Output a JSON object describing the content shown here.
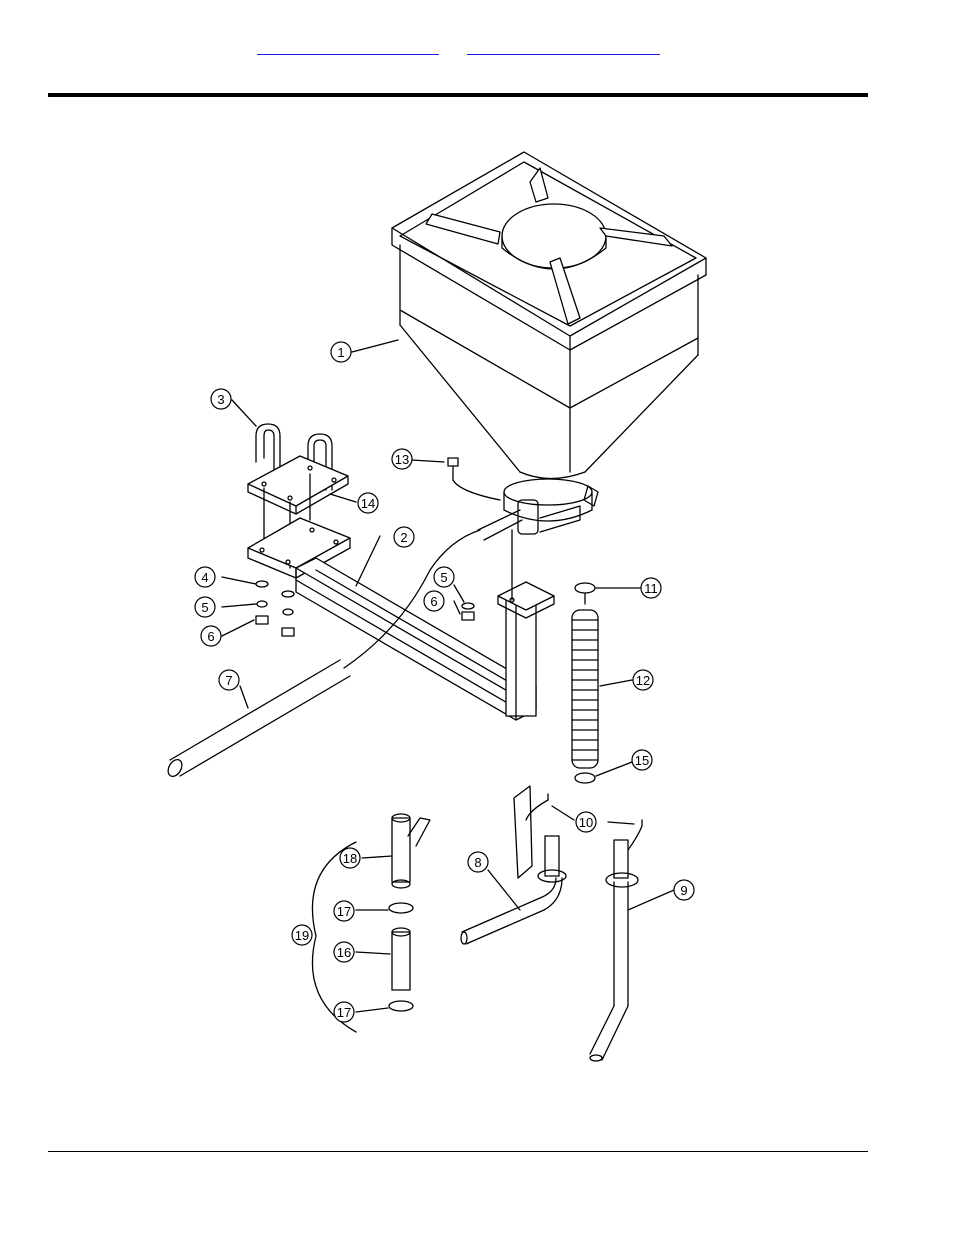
{
  "header": {
    "links": [
      {
        "label": ""
      },
      {
        "label": ""
      }
    ]
  },
  "callouts": [
    {
      "number": "1"
    },
    {
      "number": "2"
    },
    {
      "number": "3"
    },
    {
      "number": "4"
    },
    {
      "number": "5"
    },
    {
      "number": "6"
    },
    {
      "number": "7"
    },
    {
      "number": "5"
    },
    {
      "number": "6"
    },
    {
      "number": "13"
    },
    {
      "number": "14"
    },
    {
      "number": "11"
    },
    {
      "number": "12"
    },
    {
      "number": "15"
    },
    {
      "number": "10"
    },
    {
      "number": "8"
    },
    {
      "number": "9"
    },
    {
      "number": "18"
    },
    {
      "number": "17"
    },
    {
      "number": "19"
    },
    {
      "number": "16"
    },
    {
      "number": "17"
    }
  ],
  "colors": {
    "line": "#000000",
    "link": "#1a1aee",
    "background": "#ffffff"
  }
}
